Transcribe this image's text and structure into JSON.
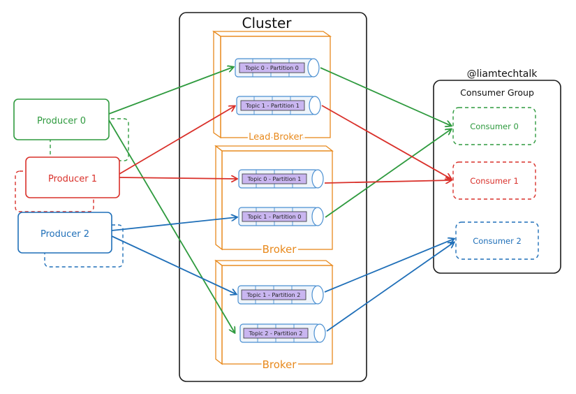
{
  "title": "Cluster",
  "handle": "@liamtechtalk",
  "colors": {
    "producer0": "#2e9a3e",
    "producer1": "#d9302a",
    "producer2": "#1f6fb8",
    "broker": "#e8891c",
    "partition_fill": "#c9b6f0",
    "cylinder": "#4a8fd1",
    "frame": "#1a1a1a"
  },
  "producers": [
    {
      "label": "Producer 0"
    },
    {
      "label": "Producer 1"
    },
    {
      "label": "Producer 2"
    }
  ],
  "brokers": [
    {
      "label": "Lead Broker",
      "partitions": [
        "Topic 0 - Partition 0",
        "Topic 1 - Partition 1"
      ]
    },
    {
      "label": "Broker",
      "partitions": [
        "Topic 0 - Partition 1",
        "Topic 1 - Partition 0"
      ]
    },
    {
      "label": "Broker",
      "partitions": [
        "Topic 1 - Partition 2",
        "Topic 2 - Partition 2"
      ]
    }
  ],
  "consumer_group": {
    "title": "Consumer Group",
    "consumers": [
      {
        "label": "Consumer 0"
      },
      {
        "label": "Consumer 1"
      },
      {
        "label": "Consumer 2"
      }
    ]
  }
}
